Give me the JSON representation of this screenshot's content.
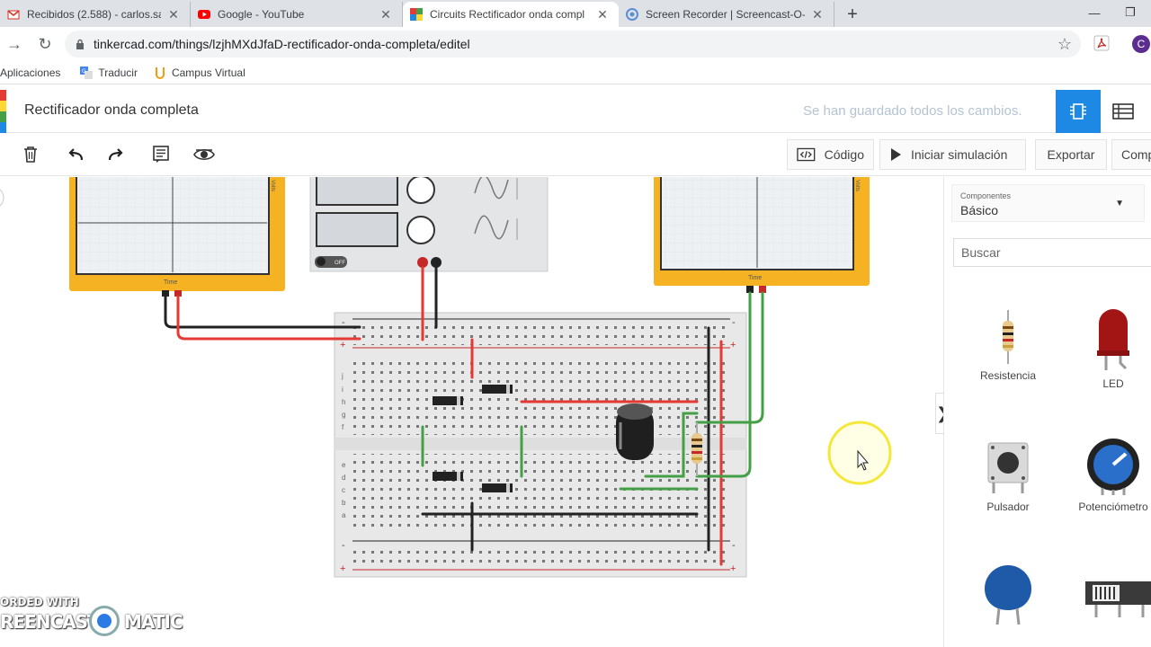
{
  "browser": {
    "tabs": [
      {
        "title": "Recibidos (2.588) - carlos.salas@",
        "icon": "gmail-icon"
      },
      {
        "title": "Google - YouTube",
        "icon": "youtube-icon"
      },
      {
        "title": "Circuits Rectificador onda compl",
        "icon": "tinkercad-icon",
        "active": true
      },
      {
        "title": "Screen Recorder | Screencast-O-",
        "icon": "screencast-icon"
      }
    ],
    "new_tab": "+",
    "url": "tinkercad.com/things/lzjhMXdJfaD-rectificador-onda-completa/editel",
    "profile_initial": "C",
    "bookmarks": [
      {
        "label": "Aplicaciones",
        "icon": "apps-icon"
      },
      {
        "label": "Traducir",
        "icon": "translate-icon"
      },
      {
        "label": "Campus Virtual",
        "icon": "campus-icon"
      }
    ]
  },
  "header": {
    "title": "Rectificador onda completa",
    "saved_status": "Se han guardado todos los cambios."
  },
  "toolbar": {
    "code_label": "Código",
    "sim_label": "Iniciar simulación",
    "export_label": "Exportar",
    "share_label": "Comp"
  },
  "canvas": {
    "osc_time_label": "Time",
    "osc_volts_label": "Volts",
    "fg_off_label": "OFF",
    "rows_top": [
      "j",
      "i",
      "h",
      "g",
      "f"
    ],
    "rows_bottom": [
      "e",
      "d",
      "c",
      "b",
      "a"
    ],
    "rail_minus": "-",
    "rail_plus": "+"
  },
  "panel": {
    "components_label": "Componentes",
    "components_value": "Básico",
    "search_placeholder": "Buscar",
    "items": [
      {
        "label": "Resistencia",
        "icon": "resistor-icon"
      },
      {
        "label": "LED",
        "icon": "led-icon"
      },
      {
        "label": "Pulsador",
        "icon": "pushbutton-icon"
      },
      {
        "label": "Potenciómetro",
        "icon": "potentiometer-icon"
      }
    ]
  },
  "watermark": {
    "line1": "ORDED WITH",
    "line2a": "REENCAST",
    "line2b": "MATIC"
  },
  "colors": {
    "accent": "#1e88e5",
    "osc_frame": "#f5b324",
    "wire_red": "#e53935",
    "wire_black": "#222222",
    "wire_green": "#43a047"
  }
}
